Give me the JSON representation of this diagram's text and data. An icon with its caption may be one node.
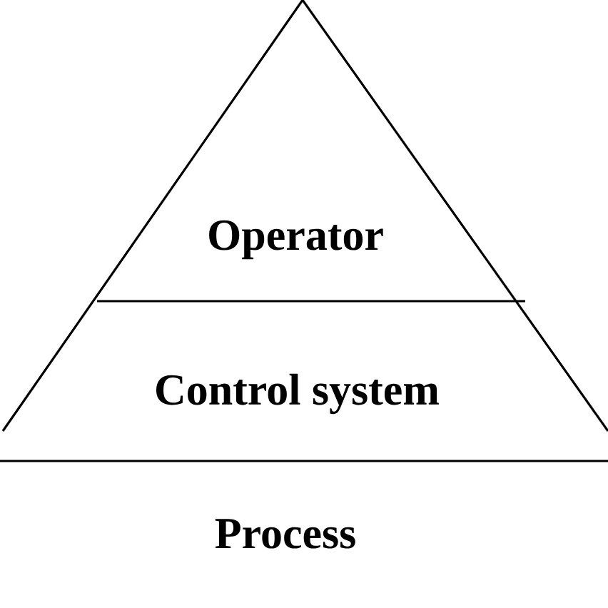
{
  "diagram": {
    "nodes": [
      {
        "text": [
          "Operator"
        ]
      },
      {
        "text": [
          "Control system"
        ]
      },
      {
        "text": [
          "Process"
        ]
      }
    ]
  }
}
